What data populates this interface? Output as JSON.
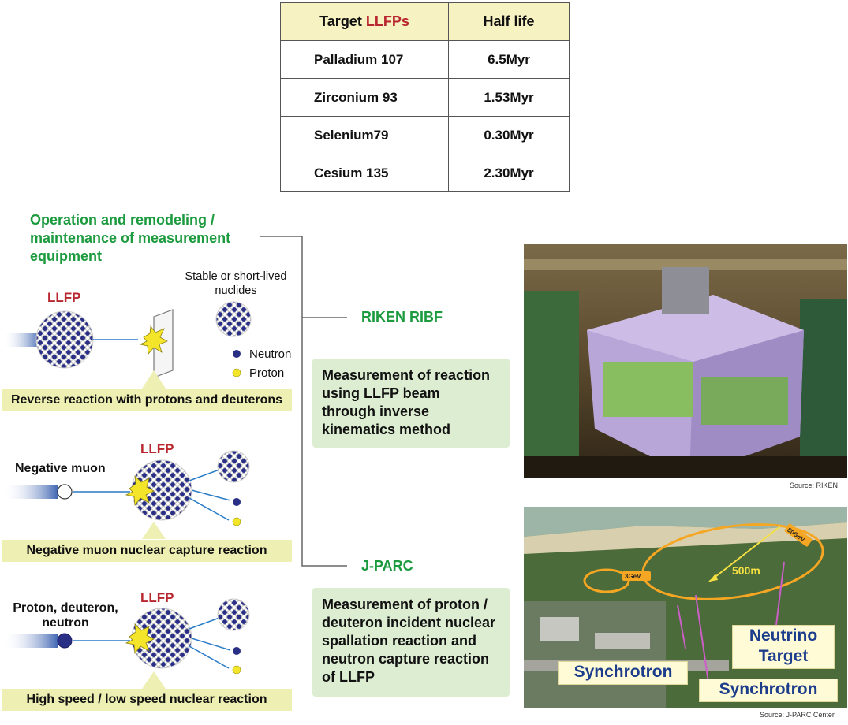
{
  "table": {
    "header_target_prefix": "Target ",
    "header_target_highlight": "LLFPs",
    "header_halflife": "Half life",
    "rows": [
      {
        "nuclide": "Palladium 107",
        "half_life": "6.5Myr"
      },
      {
        "nuclide": "Zirconium 93",
        "half_life": "1.53Myr"
      },
      {
        "nuclide": "Selenium79",
        "half_life": "0.30Myr"
      },
      {
        "nuclide": "Cesium 135",
        "half_life": "2.30Myr"
      }
    ]
  },
  "operation": {
    "line1": "Operation and remodeling /",
    "line2": "maintenance of measurement",
    "line3": "equipment"
  },
  "diagram1": {
    "llfp": "LLFP",
    "stable_line1": "Stable or short-lived",
    "stable_line2": "nuclides",
    "neutron": "Neutron",
    "proton": "Proton",
    "caption": "Reverse reaction with protons and deuterons"
  },
  "diagram2": {
    "llfp": "LLFP",
    "particle": "Negative muon",
    "caption": "Negative muon nuclear capture reaction"
  },
  "diagram3": {
    "llfp": "LLFP",
    "particle_line1": "Proton, deuteron,",
    "particle_line2": "neutron",
    "caption": "High speed / low speed nuclear reaction"
  },
  "riken": {
    "label": "RIKEN RIBF",
    "box_line1": "Measurement of reaction",
    "box_line2": "using LLFP beam",
    "box_line3": "through inverse",
    "box_line4": "kinematics method",
    "source": "Source: RIKEN"
  },
  "jparc": {
    "label": "J-PARC",
    "box_line1": "Measurement of proton /",
    "box_line2": "deuteron incident nuclear",
    "box_line3": "spallation reaction and",
    "box_line4": "neutron capture reaction",
    "box_line5": "of LLFP",
    "tag_neutrino_line1": "Neutrino",
    "tag_neutrino_line2": "Target",
    "tag_synchrotron_left": "Synchrotron",
    "tag_synchrotron_right": "Synchrotron",
    "ring_3gev": "3GeV",
    "ring_50gev": "50GeV",
    "distance": "500m",
    "source": "Source: J-PARC Center"
  },
  "colors": {
    "llfp_red": "#b8262e",
    "green_label": "#1b9a3e",
    "table_header_bg": "#f7f2c2",
    "caption_bg": "#eef0b3",
    "box_bg": "#ddedd2",
    "neutron": "#2a2f86",
    "proton": "#f3e62a",
    "tag_text": "#1c3d8c"
  }
}
